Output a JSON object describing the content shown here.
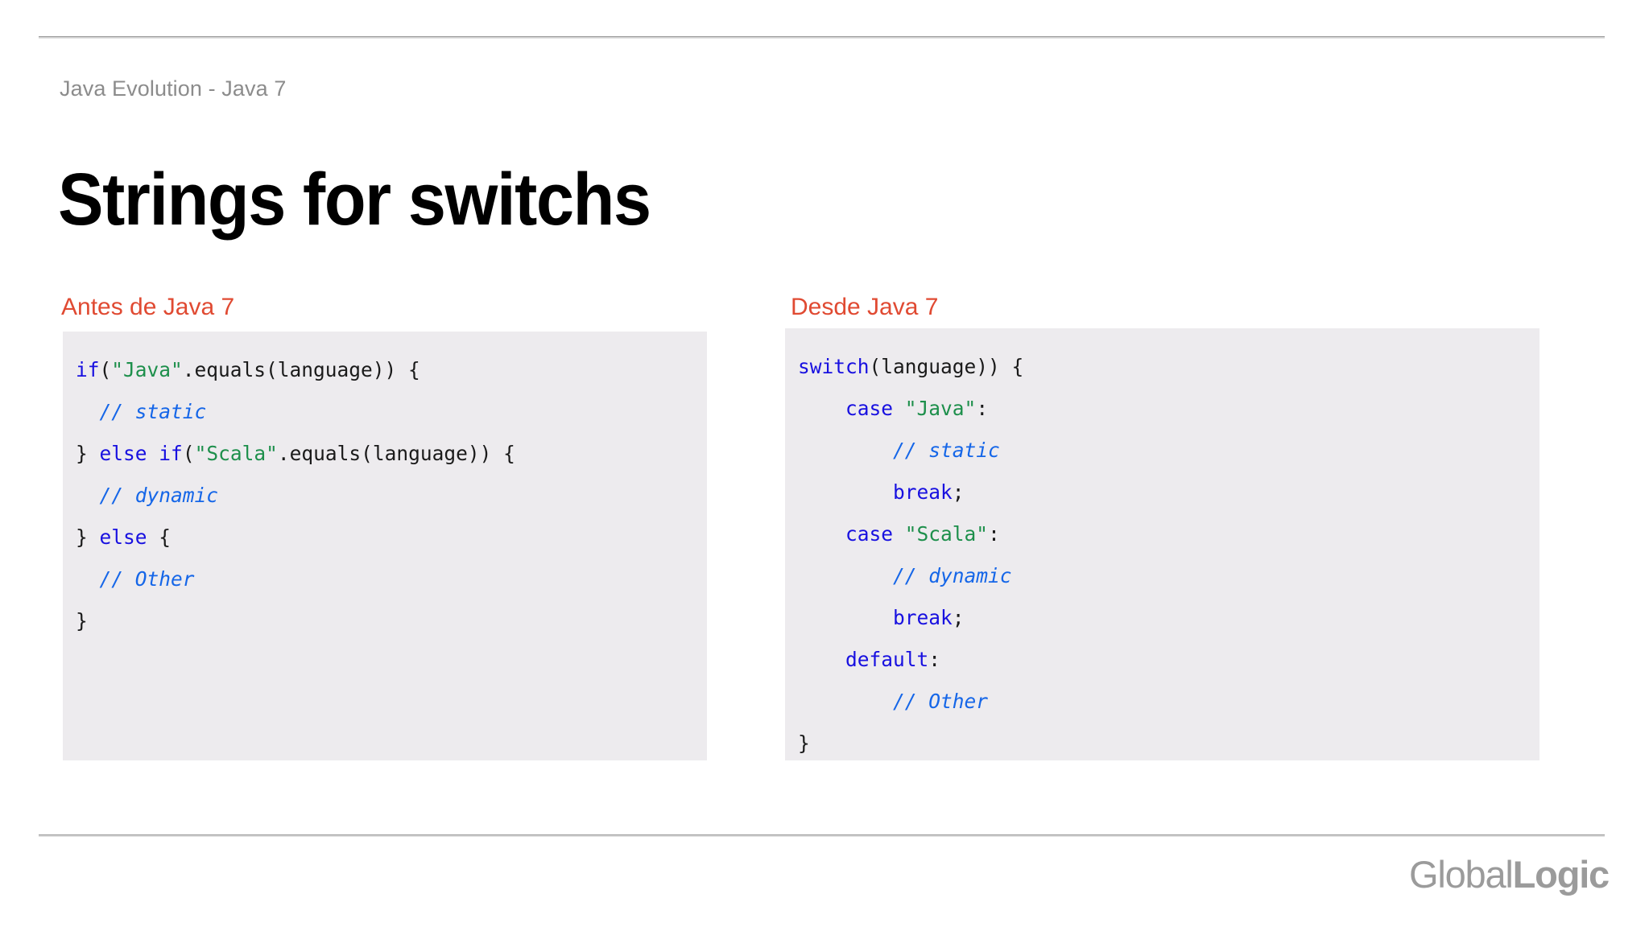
{
  "slide": {
    "eyebrow": "Java Evolution - Java 7",
    "title": "Strings for switchs",
    "accent_color": "#e04a32",
    "eyebrow_color": "#8c8c8c",
    "code_background": "#edebee",
    "rule_color": "#9a9a9a"
  },
  "columns": [
    {
      "heading": "Antes de Java 7",
      "code_lines": [
        [
          {
            "t": "if",
            "c": "kw"
          },
          {
            "t": "(",
            "c": "pl"
          },
          {
            "t": "\"Java\"",
            "c": "str"
          },
          {
            "t": ".equals(language)) {",
            "c": "pl"
          }
        ],
        [
          {
            "t": "  ",
            "c": "pl"
          },
          {
            "t": "// static",
            "c": "cmt"
          }
        ],
        [
          {
            "t": "} ",
            "c": "pl"
          },
          {
            "t": "else",
            "c": "kw"
          },
          {
            "t": " ",
            "c": "pl"
          },
          {
            "t": "if",
            "c": "kw"
          },
          {
            "t": "(",
            "c": "pl"
          },
          {
            "t": "\"Scala\"",
            "c": "str"
          },
          {
            "t": ".equals(language)) {",
            "c": "pl"
          }
        ],
        [
          {
            "t": "  ",
            "c": "pl"
          },
          {
            "t": "// dynamic",
            "c": "cmt"
          }
        ],
        [
          {
            "t": "} ",
            "c": "pl"
          },
          {
            "t": "else",
            "c": "kw"
          },
          {
            "t": " {",
            "c": "pl"
          }
        ],
        [
          {
            "t": "  ",
            "c": "pl"
          },
          {
            "t": "// Other",
            "c": "cmt"
          }
        ],
        [
          {
            "t": "}",
            "c": "pl"
          }
        ]
      ]
    },
    {
      "heading": "Desde Java 7",
      "code_lines": [
        [
          {
            "t": "switch",
            "c": "kw"
          },
          {
            "t": "(language)) {",
            "c": "pl"
          }
        ],
        [
          {
            "t": "    ",
            "c": "pl"
          },
          {
            "t": "case",
            "c": "kw"
          },
          {
            "t": " ",
            "c": "pl"
          },
          {
            "t": "\"Java\"",
            "c": "str"
          },
          {
            "t": ":",
            "c": "pl"
          }
        ],
        [
          {
            "t": "        ",
            "c": "pl"
          },
          {
            "t": "// static",
            "c": "cmt"
          }
        ],
        [
          {
            "t": "        ",
            "c": "pl"
          },
          {
            "t": "break",
            "c": "kw"
          },
          {
            "t": ";",
            "c": "pl"
          }
        ],
        [
          {
            "t": "    ",
            "c": "pl"
          },
          {
            "t": "case",
            "c": "kw"
          },
          {
            "t": " ",
            "c": "pl"
          },
          {
            "t": "\"Scala\"",
            "c": "str"
          },
          {
            "t": ":",
            "c": "pl"
          }
        ],
        [
          {
            "t": "        ",
            "c": "pl"
          },
          {
            "t": "// dynamic",
            "c": "cmt"
          }
        ],
        [
          {
            "t": "        ",
            "c": "pl"
          },
          {
            "t": "break",
            "c": "kw"
          },
          {
            "t": ";",
            "c": "pl"
          }
        ],
        [
          {
            "t": "    ",
            "c": "pl"
          },
          {
            "t": "default",
            "c": "kw"
          },
          {
            "t": ":",
            "c": "pl"
          }
        ],
        [
          {
            "t": "        ",
            "c": "pl"
          },
          {
            "t": "// Other",
            "c": "cmt"
          }
        ],
        [
          {
            "t": "}",
            "c": "pl"
          }
        ]
      ]
    }
  ],
  "footer": {
    "logo_part1": "Global",
    "logo_part2": "Logic",
    "logo_color": "#9b9b9b"
  }
}
